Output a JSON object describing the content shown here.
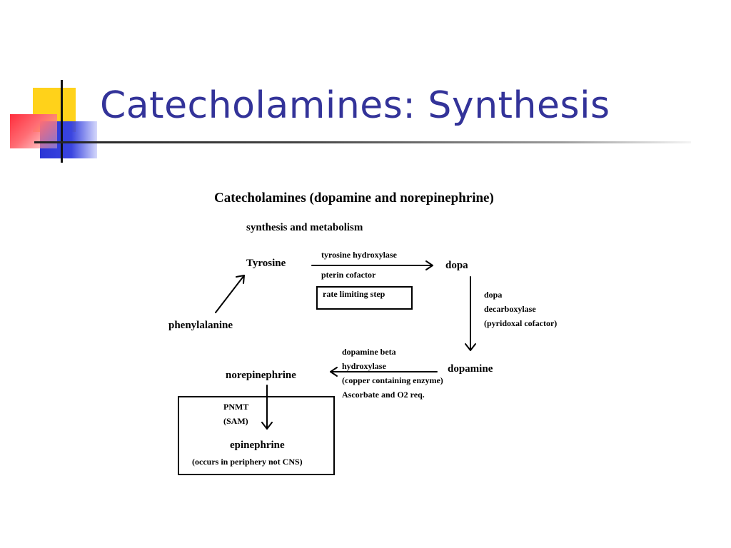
{
  "slide": {
    "title": "Catecholamines: Synthesis"
  },
  "figure": {
    "heading": "Catecholamines (dopamine and norepinephrine)",
    "subheading": "synthesis and metabolism",
    "nodes": {
      "phenylalanine": "phenylalanine",
      "tyrosine": "Tyrosine",
      "dopa": "dopa",
      "dopamine": "dopamine",
      "norepinephrine": "norepinephrine",
      "epinephrine": "epinephrine"
    },
    "steps": {
      "tyrosine_to_dopa": {
        "enzyme": "tyrosine hydroxylase",
        "cofactor": "pterin cofactor",
        "note": "rate limiting step"
      },
      "dopa_to_dopamine": [
        "dopa",
        "decarboxylase",
        "(pyridoxal cofactor)"
      ],
      "dopamine_to_norepinephrine": [
        "dopamine beta",
        "hydroxylase",
        "(copper containing enzyme)",
        "Ascorbate and O2 req."
      ],
      "norepinephrine_to_epinephrine": {
        "enzyme": "PNMT",
        "cofactor": "(SAM)",
        "note": "(occurs in periphery  not CNS)"
      }
    }
  }
}
